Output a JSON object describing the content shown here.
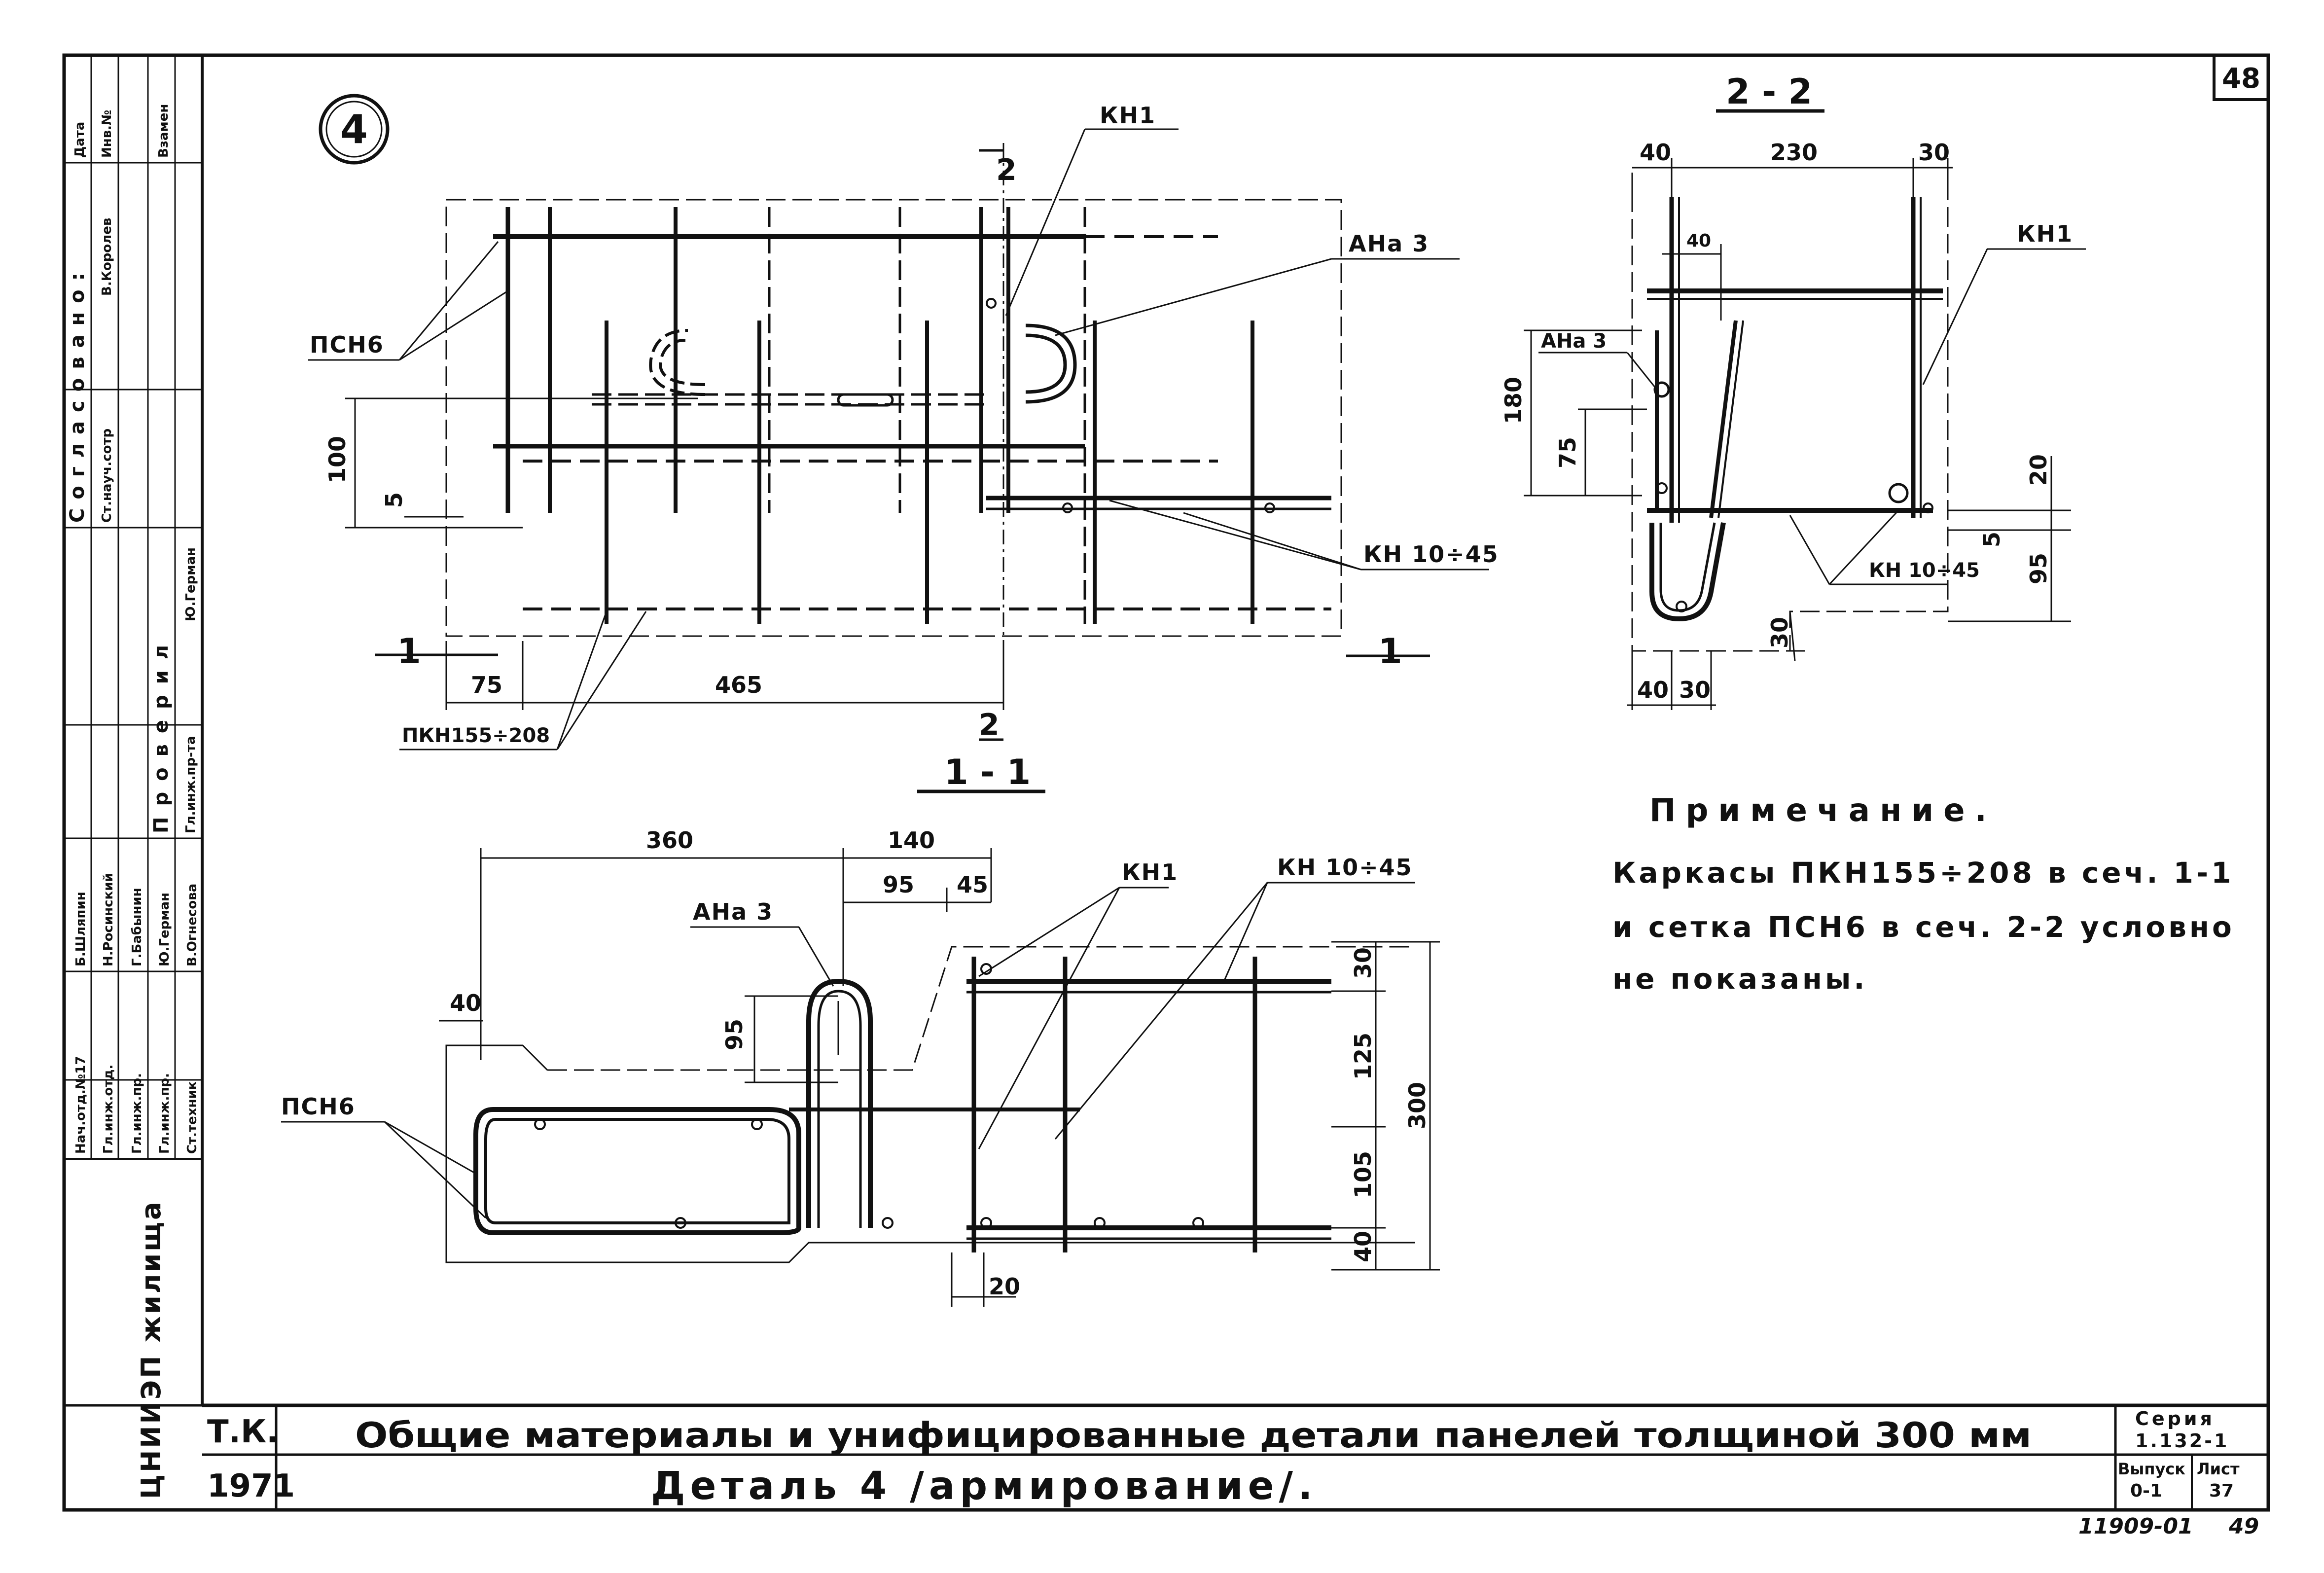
{
  "sheet_number": "48",
  "detail_number": "4",
  "sections": {
    "section_1_1": "1 - 1",
    "section_2_2": "2 - 2",
    "cut_mark_1": "1",
    "cut_mark_2": "2"
  },
  "labels": {
    "kn1": "КН1",
    "ana3": "АНа 3",
    "psn6": "ПСН6",
    "kn10_45": "КН 10÷45",
    "pkn155_208": "ПКН155÷208"
  },
  "dims_top": {
    "d100": "100",
    "d5": "5",
    "d75": "75",
    "d465": "465"
  },
  "dims_bottom": {
    "d360": "360",
    "d140": "140",
    "d95a": "95",
    "d45": "45",
    "d40": "40",
    "d95b": "95",
    "d30": "30",
    "d125": "125",
    "d105": "105",
    "d40b": "40",
    "d300": "300",
    "d20": "20"
  },
  "dims_right": {
    "d40": "40",
    "d230": "230",
    "d30": "30",
    "d40i": "40",
    "d180": "180",
    "d75": "75",
    "d20": "20",
    "d5": "5",
    "d95": "95",
    "d30b": "30",
    "d40b": "40",
    "d30c": "30"
  },
  "note": {
    "title": "Примечание.",
    "line1": "Каркасы ПКН155÷208 в сеч. 1-1",
    "line2": "и сетка ПСН6 в сеч. 2-2 условно",
    "line3": "не показаны."
  },
  "titleblock": {
    "tk": "Т.К.",
    "year": "1971",
    "main_title": "Общие материалы и унифицированные детали панелей толщиной 300 мм",
    "sub_title": "Деталь 4 /армирование/.",
    "series_label": "Серия",
    "series_value": "1.132-1",
    "issue_label": "Выпуск",
    "issue_value": "0-1",
    "list_label": "Лист",
    "list_value": "37",
    "drawing_code": "11909-01",
    "page_no": "49"
  },
  "side_stamp": {
    "org": "ЦНИИЭП жилища",
    "agreed": "Согласовано:",
    "checked": "Проверил",
    "rows": [
      "Нач.отд.№17",
      "Гл.инж.отд.",
      "Гл.инж.пр.",
      "Гл.инж.пр.",
      "Ст.техник"
    ],
    "names": [
      "Б.Шляпин",
      "Н.Росинский",
      "Г.Бабынин",
      "Ю.Герман",
      "В.Огнесова"
    ],
    "agreed_rows": [
      "Ст.науч.сотр",
      "В.Королев"
    ],
    "checked_rows": [
      "Гл.инж.пр-та",
      "Ю.Герман"
    ],
    "right_col": [
      "Дата",
      "Инв.№",
      "Взамен"
    ]
  }
}
